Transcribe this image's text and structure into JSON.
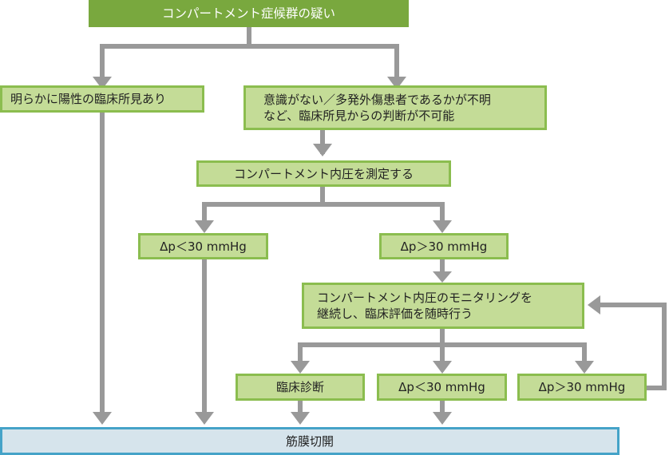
{
  "diagram": {
    "title": "コンパートメント症候群の疑い",
    "branch_left": "明らかに陽性の臨床所見あり",
    "branch_right": {
      "line1": "意識がない／多発外傷患者であるかが不明",
      "line2": "など、臨床所見からの判断が不可能"
    },
    "measure": "コンパートメント内圧を測定する",
    "dp_low": "Δp＜30 mmHg",
    "dp_high": "Δp＞30 mmHg",
    "monitor": {
      "line1": "コンパートメント内圧のモニタリングを",
      "line2": "継続し、臨床評価を随時行う"
    },
    "clinical_diagnosis": "臨床診断",
    "dp_low_2": "Δp＜30 mmHg",
    "dp_high_2": "Δp＞30 mmHg",
    "outcome": "筋膜切開"
  },
  "colors": {
    "title_fill": "#79a83e",
    "box_fill": "#c4dc97",
    "box_border": "#8bbd4f",
    "final_fill": "#d6e4ec",
    "final_border": "#45a3c8",
    "arrow": "#999999"
  }
}
